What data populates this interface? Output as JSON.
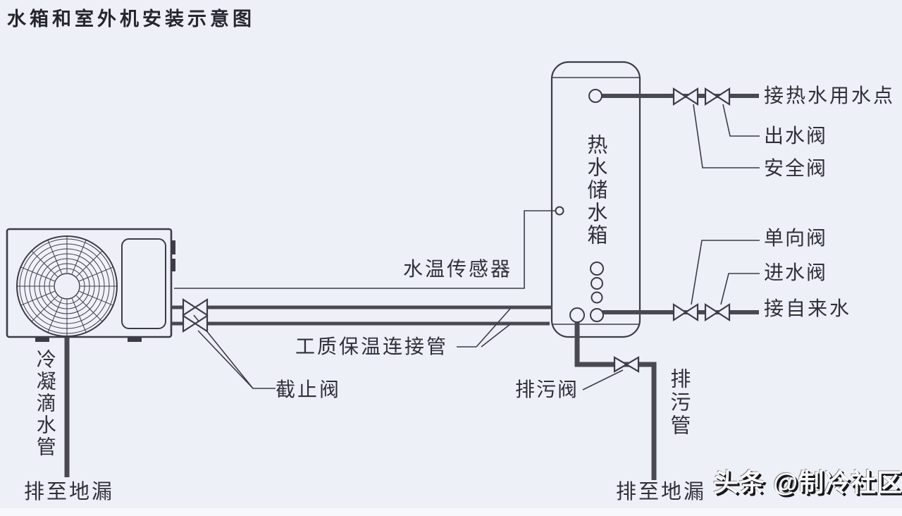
{
  "title": "水箱和室外机安装示意图",
  "diagram": {
    "tank_label": "热水储水箱",
    "labels": {
      "hot_water_point": "接热水用水点",
      "outlet_valve": "出水阀",
      "safety_valve": "安全阀",
      "check_valve": "单向阀",
      "inlet_valve": "进水阀",
      "tap_water": "接自来水",
      "temp_sensor": "水温传感器",
      "insulated_pipe": "工质保温连接管",
      "stop_valve": "截止阀",
      "drain_valve": "排污阀",
      "drain_pipe": "排污管",
      "condensate_pipe": "冷凝滴水管",
      "floor_drain_left": "排至地漏",
      "floor_drain_right": "排至地漏"
    }
  },
  "watermark": "头条 @制冷社区",
  "colors": {
    "background": "#eef0f8",
    "line": "#3c3c47",
    "pipe": "#494952",
    "text": "#30303b",
    "watermark_fill": "#fbfbfd",
    "watermark_shadow": "#17171c"
  }
}
